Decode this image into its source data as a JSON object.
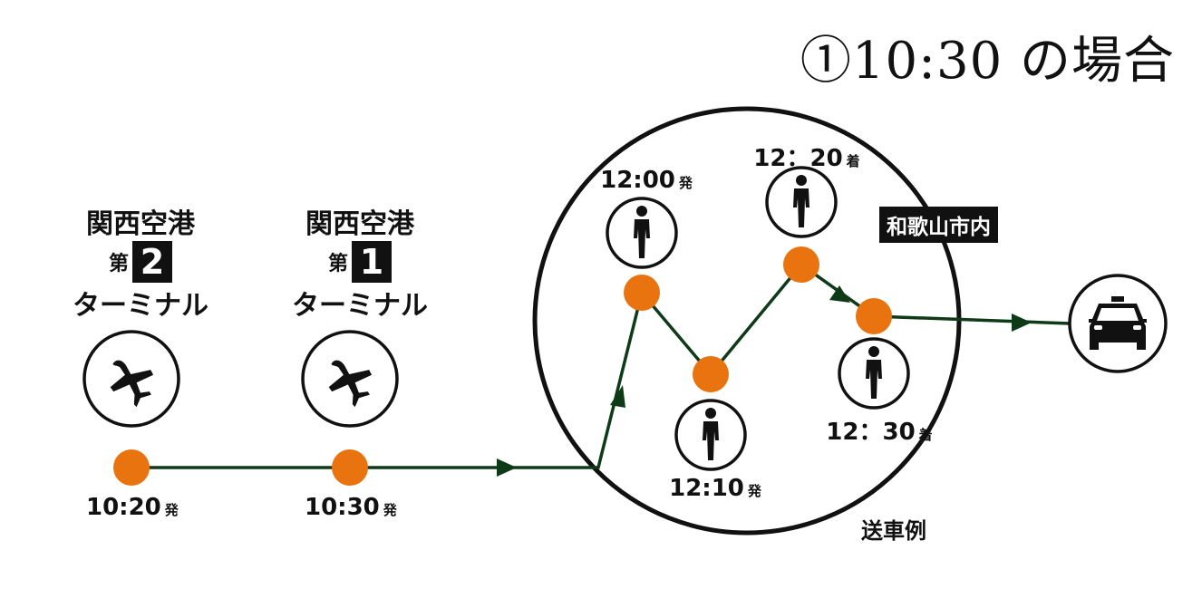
{
  "title": "①10:30 の場合",
  "terminals": [
    {
      "name": "関西空港",
      "dai": "第",
      "number": "2",
      "suffix": "ターミナル",
      "time": "10:20",
      "time_suffix": "発"
    },
    {
      "name": "関西空港",
      "dai": "第",
      "number": "1",
      "suffix": "ターミナル",
      "time": "10:30",
      "time_suffix": "発"
    }
  ],
  "stops": [
    {
      "time": "12:00",
      "suffix": "発"
    },
    {
      "time": "12:10",
      "suffix": "発"
    },
    {
      "time": "12：20",
      "suffix": "着"
    },
    {
      "time": "12：30",
      "suffix": "着"
    }
  ],
  "area_label": "和歌山市内",
  "caption": "送車例",
  "colors": {
    "node": "#E8730F",
    "line": "#0F3A17",
    "ink": "#111111"
  },
  "icons": [
    "airplane-icon",
    "airplane-icon",
    "person-icon",
    "person-icon",
    "person-icon",
    "person-icon",
    "taxi-icon"
  ]
}
